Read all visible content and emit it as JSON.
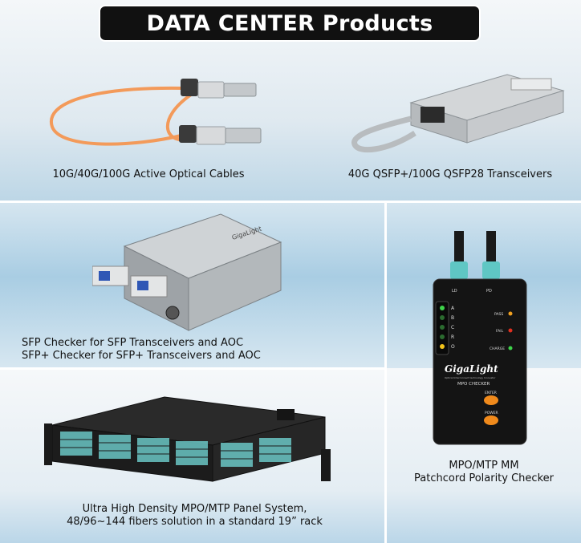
{
  "title": "DATA CENTER Products",
  "captions": {
    "aoc": "10G/40G/100G Active Optical Cables",
    "qsfp": "40G QSFP+/100G QSFP28 Transceivers",
    "sfp_checker_line1": "SFP Checker for SFP Transceivers and AOC",
    "sfp_checker_line2": "SFP+ Checker for SFP+ Transceivers and AOC",
    "mpo_checker_line1": "MPO/MTP MM",
    "mpo_checker_line2": "Patchcord Polarity Checker",
    "panel_line1": "Ultra High Density MPO/MTP Panel System,",
    "panel_line2": "48/96~144 fibers solution in a standard 19” rack"
  },
  "device_labels": {
    "ld": "LD",
    "pd": "PD",
    "port_a": "A",
    "port_b": "B",
    "port_c": "C",
    "port_r": "R",
    "port_o": "O",
    "pass": "PASS",
    "fail": "FAIL",
    "charge": "CHARGE",
    "brand": "GigaLight",
    "tagline": "Optical Interconnect technology Innovator",
    "model": "MPO CHECKER",
    "enter": "ENTER",
    "power": "POWER"
  },
  "colors": {
    "title_bg": "#111111",
    "cable_orange": "#f39a5a",
    "connector_aqua": "#5fc7c4",
    "device_black": "#141414",
    "button_orange": "#f08a1c"
  }
}
